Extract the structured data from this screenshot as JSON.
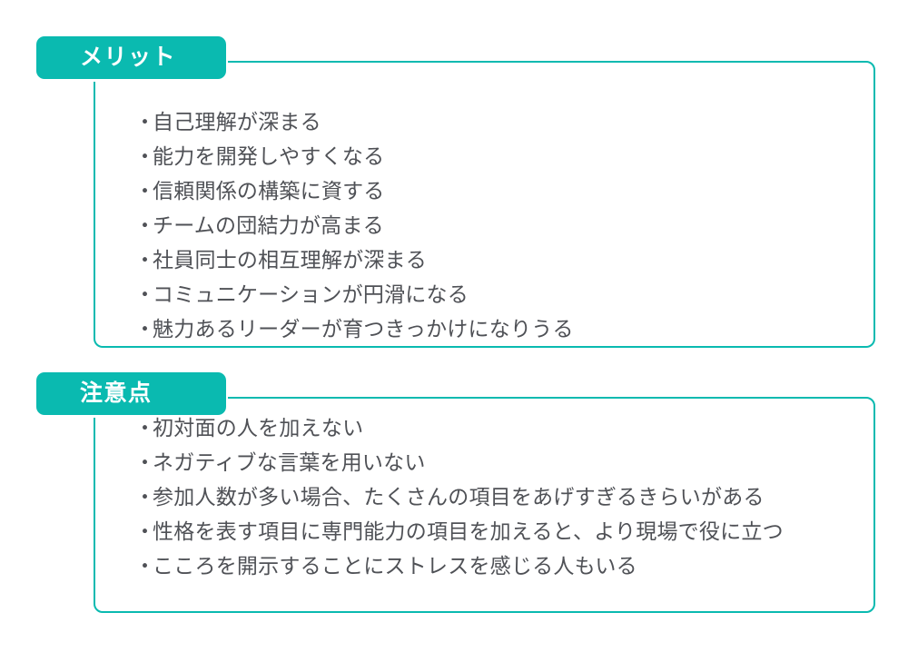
{
  "colors": {
    "accent": "#0ABAB0",
    "tab_label": "#FFFFFF",
    "body_text": "#4F5156",
    "background": "#FFFFFF"
  },
  "bullet_glyph": "・",
  "sections": [
    {
      "id": "merit",
      "tab_label": "メリット",
      "items": [
        "自己理解が深まる",
        "能力を開発しやすくなる",
        "信頼関係の構築に資する",
        "チームの団結力が高まる",
        "社員同士の相互理解が深まる",
        "コミュニケーションが円滑になる",
        "魅力あるリーダーが育つきっかけになりうる"
      ]
    },
    {
      "id": "notes",
      "tab_label": "注意点",
      "items": [
        "初対面の人を加えない",
        "ネガティブな言葉を用いない",
        "参加人数が多い場合、たくさんの項目をあげすぎるきらいがある",
        "性格を表す項目に専門能力の項目を加えると、より現場で役に立つ",
        "こころを開示することにストレスを感じる人もいる"
      ]
    }
  ]
}
